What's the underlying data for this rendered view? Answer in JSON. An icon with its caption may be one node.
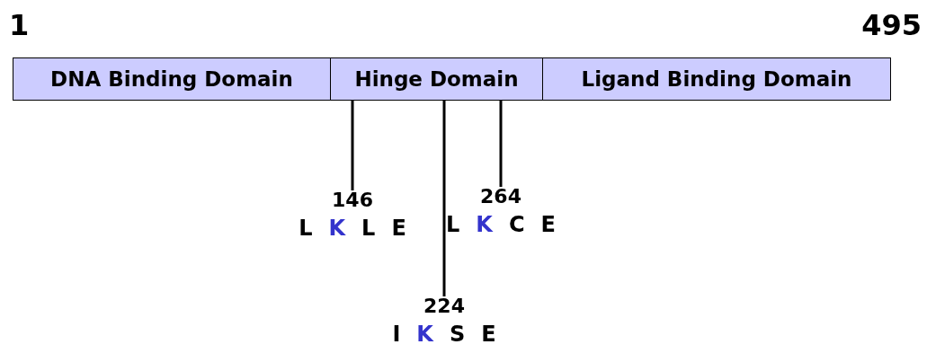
{
  "diagram": {
    "nodes": [
      {
        "text": [
          "DNA Binding Domain"
        ]
      },
      {
        "text": [
          "Hinge Domain"
        ]
      },
      {
        "text": [
          "Ligand Binding Domain"
        ]
      },
      {
        "text": [
          "146",
          "L",
          "K",
          "L",
          "E"
        ]
      },
      {
        "text": [
          "224",
          "I",
          "K",
          "S",
          "E"
        ]
      },
      {
        "text": [
          "264",
          "L",
          "K",
          "C",
          "E"
        ]
      }
    ],
    "edges": [
      {
        "from": 3,
        "to": 1,
        "arrow": "none"
      },
      {
        "from": 4,
        "to": 1,
        "arrow": "none"
      },
      {
        "from": 5,
        "to": 1,
        "arrow": "none"
      }
    ],
    "labels": [
      "1",
      "495"
    ]
  }
}
